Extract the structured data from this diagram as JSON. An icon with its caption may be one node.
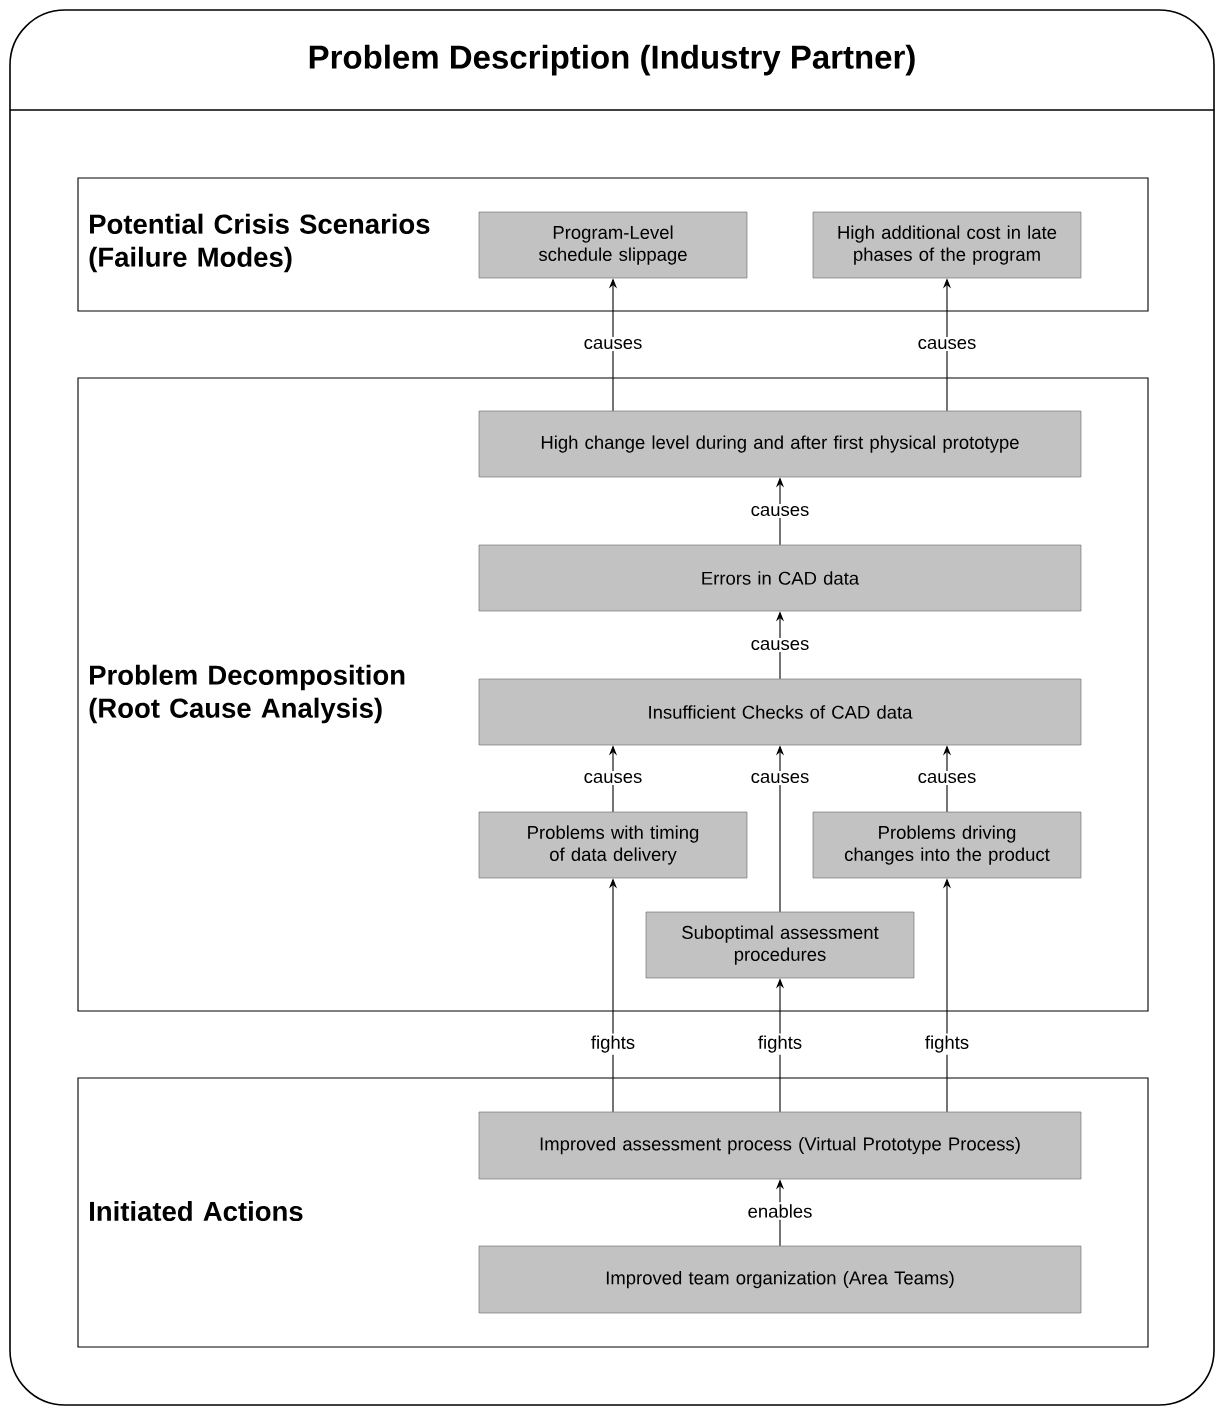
{
  "diagram": {
    "nodes": [
      {
        "text": [
          "Problem Description (Industry Partner)"
        ]
      },
      {
        "text": [
          "Potential Crisis Scenarios (Failure Modes)"
        ],
        "in": 0
      },
      {
        "text": [
          "Program-Level schedule slippage"
        ],
        "in": 1
      },
      {
        "text": [
          "High additional cost in late phases of the program"
        ],
        "in": 1
      },
      {
        "text": [
          "Problem Decomposition (Root Cause Analysis)"
        ],
        "in": 0
      },
      {
        "text": [
          "High change level during and after first physical prototype"
        ],
        "in": 4
      },
      {
        "text": [
          "Errors in CAD data"
        ],
        "in": 4
      },
      {
        "text": [
          "Insufficient Checks of CAD data"
        ],
        "in": 4
      },
      {
        "text": [
          "Problems with timing of data delivery"
        ],
        "in": 4
      },
      {
        "text": [
          "Problems driving changes into the product"
        ],
        "in": 4
      },
      {
        "text": [
          "Suboptimal assessment procedures"
        ],
        "in": 4
      },
      {
        "text": [
          "Initiated Actions"
        ],
        "in": 0
      },
      {
        "text": [
          "Improved assessment process (Virtual Prototype Process)"
        ],
        "in": 11
      },
      {
        "text": [
          "Improved team organization (Area Teams)"
        ],
        "in": 11
      }
    ],
    "edges": [
      {
        "from": 5,
        "to": 2,
        "arrow": "to",
        "label": "causes"
      },
      {
        "from": 5,
        "to": 3,
        "arrow": "to",
        "label": "causes"
      },
      {
        "from": 6,
        "to": 5,
        "arrow": "to",
        "label": "causes"
      },
      {
        "from": 7,
        "to": 6,
        "arrow": "to",
        "label": "causes"
      },
      {
        "from": 8,
        "to": 7,
        "arrow": "to",
        "label": "causes"
      },
      {
        "from": 10,
        "to": 7,
        "arrow": "to",
        "label": "causes"
      },
      {
        "from": 9,
        "to": 7,
        "arrow": "to",
        "label": "causes"
      },
      {
        "from": 12,
        "to": 8,
        "arrow": "to",
        "label": "fights"
      },
      {
        "from": 12,
        "to": 10,
        "arrow": "to",
        "label": "fights"
      },
      {
        "from": 12,
        "to": 9,
        "arrow": "to",
        "label": "fights"
      },
      {
        "from": 13,
        "to": 12,
        "arrow": "to",
        "label": "enables"
      }
    ]
  }
}
